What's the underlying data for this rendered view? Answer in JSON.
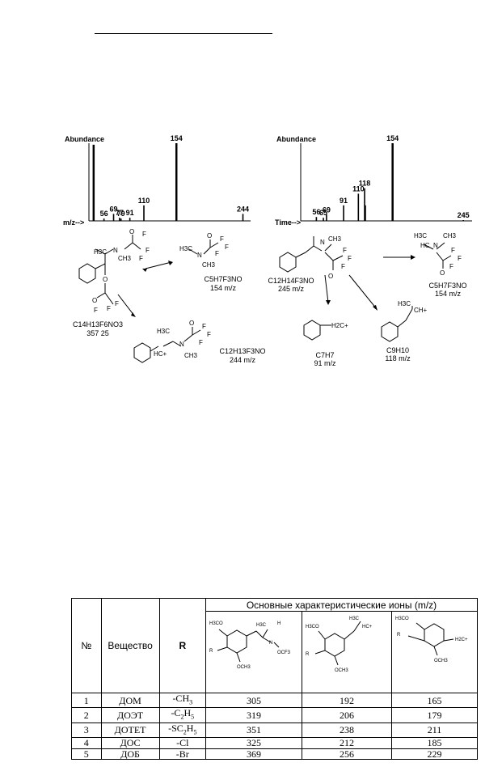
{
  "chart_data": [
    {
      "type": "bar",
      "ylabel": "Abundance",
      "xlabel": "m/z-->",
      "peaks": [
        {
          "mz": 56,
          "rel": 0.03,
          "label": "56"
        },
        {
          "mz": 69,
          "rel": 0.09,
          "label": "69"
        },
        {
          "mz": 77,
          "rel": 0.04,
          "label": "77"
        },
        {
          "mz": 79,
          "rel": 0.03,
          "label": "79"
        },
        {
          "mz": 91,
          "rel": 0.04,
          "label": "91"
        },
        {
          "mz": 42,
          "rel": 0.98,
          "label": ""
        },
        {
          "mz": 110,
          "rel": 0.2,
          "label": "110"
        },
        {
          "mz": 154,
          "rel": 1.0,
          "label": "154"
        },
        {
          "mz": 244,
          "rel": 0.09,
          "label": "244"
        }
      ]
    },
    {
      "type": "bar",
      "ylabel": "Abundance",
      "xlabel": "Time-->",
      "peaks": [
        {
          "mz": 56,
          "rel": 0.05,
          "label": "56"
        },
        {
          "mz": 65,
          "rel": 0.04,
          "label": "65"
        },
        {
          "mz": 69,
          "rel": 0.08,
          "label": "69"
        },
        {
          "mz": 91,
          "rel": 0.2,
          "label": "91"
        },
        {
          "mz": 110,
          "rel": 0.35,
          "label": "110"
        },
        {
          "mz": 118,
          "rel": 0.42,
          "label": "118"
        },
        {
          "mz": 119,
          "rel": 0.2,
          "label": ""
        },
        {
          "mz": 154,
          "rel": 1.0,
          "label": "154"
        },
        {
          "mz": 245,
          "rel": 0.0,
          "label": "245"
        }
      ]
    }
  ],
  "scheme_left": {
    "parent_formula": "C14H13F6NO3",
    "parent_mass": "357 25",
    "frag1_formula": "C5H7F3NO",
    "frag1_mz": "154 m/z",
    "frag2_formula": "C12H13F3NO",
    "frag2_mz": "244 m/z",
    "atom_labels": [
      "H3C",
      "N",
      "CH3",
      "O",
      "F",
      "F",
      "F",
      "O",
      "O",
      "F",
      "F",
      "F",
      "H3C",
      "O",
      "N",
      "CH3",
      "F",
      "F",
      "F",
      "HC+",
      "H3C",
      "O",
      "N",
      "CH3",
      "F",
      "F",
      "F"
    ]
  },
  "scheme_right": {
    "parent_formula": "C12H14F3NO",
    "parent_mass": "245 m/z",
    "frag1_formula": "C5H7F3NO",
    "frag1_mz": "154 m/z",
    "frag2_formula": "C7H7",
    "frag2_mz": "91 m/z",
    "frag3_formula": "C9H10",
    "frag3_mz": "118 m/z",
    "atom_labels": [
      "N",
      "CH3",
      "O",
      "F",
      "F",
      "F",
      "H3C",
      "HC",
      "N",
      "CH3",
      "O",
      "F",
      "F",
      "F",
      "H2C+",
      "H3C",
      "CH+"
    ]
  },
  "table": {
    "header_group": "Основные характеристические ионы (m/z)",
    "col_no": "№",
    "col_substance": "Вещество",
    "col_r": "R",
    "struct1_labels": [
      "H3CO",
      "R",
      "OCH3",
      "H3C",
      "N",
      "H",
      "OCF3"
    ],
    "struct2_labels": [
      "H3CO",
      "R",
      "OCH3",
      "H3C",
      "HC+"
    ],
    "struct3_labels": [
      "H3CO",
      "R",
      "OCH3",
      "H2C+"
    ],
    "rows": [
      {
        "no": "1",
        "name": "ДОМ",
        "r": "-CH3",
        "ion1": "305",
        "ion2": "192",
        "ion3": "165"
      },
      {
        "no": "2",
        "name": "ДОЭТ",
        "r": "-C2H5",
        "ion1": "319",
        "ion2": "206",
        "ion3": "179"
      },
      {
        "no": "3",
        "name": "ДОТЕТ",
        "r": "-SC2H5",
        "ion1": "351",
        "ion2": "238",
        "ion3": "211"
      },
      {
        "no": "4",
        "name": "ДОС",
        "r": "-Cl",
        "ion1": "325",
        "ion2": "212",
        "ion3": "185"
      },
      {
        "no": "5",
        "name": "ДОБ",
        "r": "-Br",
        "ion1": "369",
        "ion2": "256",
        "ion3": "229"
      }
    ]
  }
}
